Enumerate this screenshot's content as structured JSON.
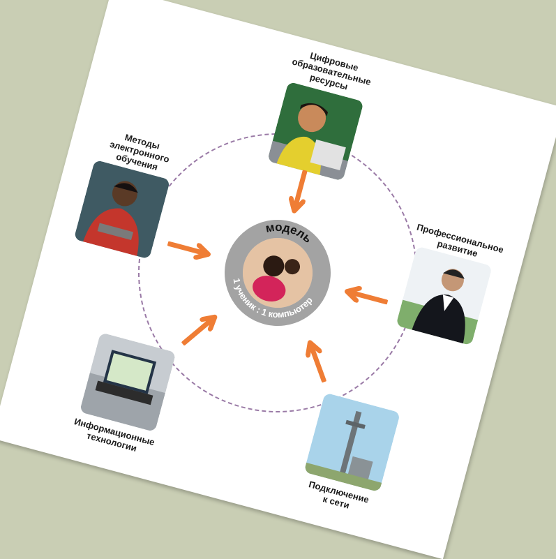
{
  "center": {
    "top_text": "модель",
    "bottom_text": "1 ученик : 1 компьютер"
  },
  "nodes": [
    {
      "lines": [
        "Цифровые",
        "образовательные",
        "ресурсы"
      ]
    },
    {
      "lines": [
        "Профессиональное",
        "развитие"
      ]
    },
    {
      "lines": [
        "Подключение",
        "к сети"
      ]
    },
    {
      "lines": [
        "Информационные",
        "технологии"
      ]
    },
    {
      "lines": [
        "Методы",
        "электронного",
        "обучения"
      ]
    }
  ],
  "colors": {
    "background": "#c9ceb4",
    "card": "#ffffff",
    "arrow": "#ef7d35",
    "ring": "#9a7aa6",
    "hub": "#a3a3a3"
  }
}
